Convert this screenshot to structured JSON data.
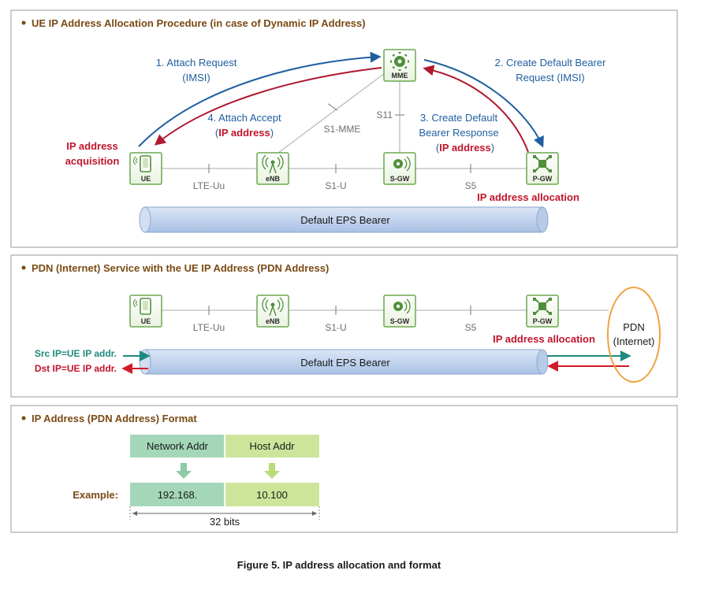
{
  "sections": {
    "s1_title": "UE IP Address Allocation Procedure (in case of Dynamic IP Address)",
    "s2_title": "PDN (Internet) Service with the UE IP Address (PDN Address)",
    "s3_title": "IP Address (PDN Address) Format"
  },
  "nodes": {
    "ue": "UE",
    "enb": "eNB",
    "sgw": "S-GW",
    "pgw": "P-GW",
    "mme": "MME"
  },
  "interfaces": {
    "lte_uu": "LTE-Uu",
    "s1_u": "S1-U",
    "s5": "S5",
    "s1_mme": "S1-MME",
    "s11": "S11"
  },
  "steps": {
    "step1_line1": "1. Attach Request",
    "step1_line2": "(IMSI)",
    "step2_line1": "2. Create Default Bearer",
    "step2_line2": "Request (IMSI)",
    "step3_line1": "3. Create Default",
    "step3_line2": "Bearer Response",
    "step3_paren_open": "(",
    "step3_ip": "IP address",
    "step3_paren_close": ")",
    "step4_line1": "4. Attach Accept",
    "step4_paren_open": "(",
    "step4_ip": "IP address",
    "step4_paren_close": ")"
  },
  "annotations": {
    "ip_acq_line1": "IP address",
    "ip_acq_line2": "acquisition",
    "ip_alloc": "IP address allocation",
    "ip_alloc2": "IP address allocation",
    "bearer1": "Default EPS Bearer",
    "bearer2": "Default EPS Bearer",
    "src_ip": "Src IP=UE IP addr.",
    "dst_ip": "Dst IP=UE IP addr.",
    "pdn_line1": "PDN",
    "pdn_line2": "(Internet)"
  },
  "format": {
    "network_addr": "Network Addr",
    "host_addr": "Host Addr",
    "example_label": "Example:",
    "network_value": "192.168.",
    "host_value": "10.100",
    "bits": "32 bits"
  },
  "caption": "Figure 5. IP address allocation and format",
  "colors": {
    "section_title": "#7a4a14",
    "step_blue": "#1f5fa0",
    "ip_red": "#c0142c",
    "node_green": "#6aa84f",
    "bearer_fill": "#c6d7ee",
    "network_fill": "#a4d7b8",
    "host_fill": "#cce59a",
    "pdn_orange": "#f0a340",
    "src_teal": "#1d8a7e"
  },
  "icons": {
    "ue": "mobile-phone-icon",
    "enb": "antenna-tower-icon",
    "sgw": "gear-signal-icon",
    "pgw": "network-hub-icon",
    "mme": "gear-icon"
  }
}
